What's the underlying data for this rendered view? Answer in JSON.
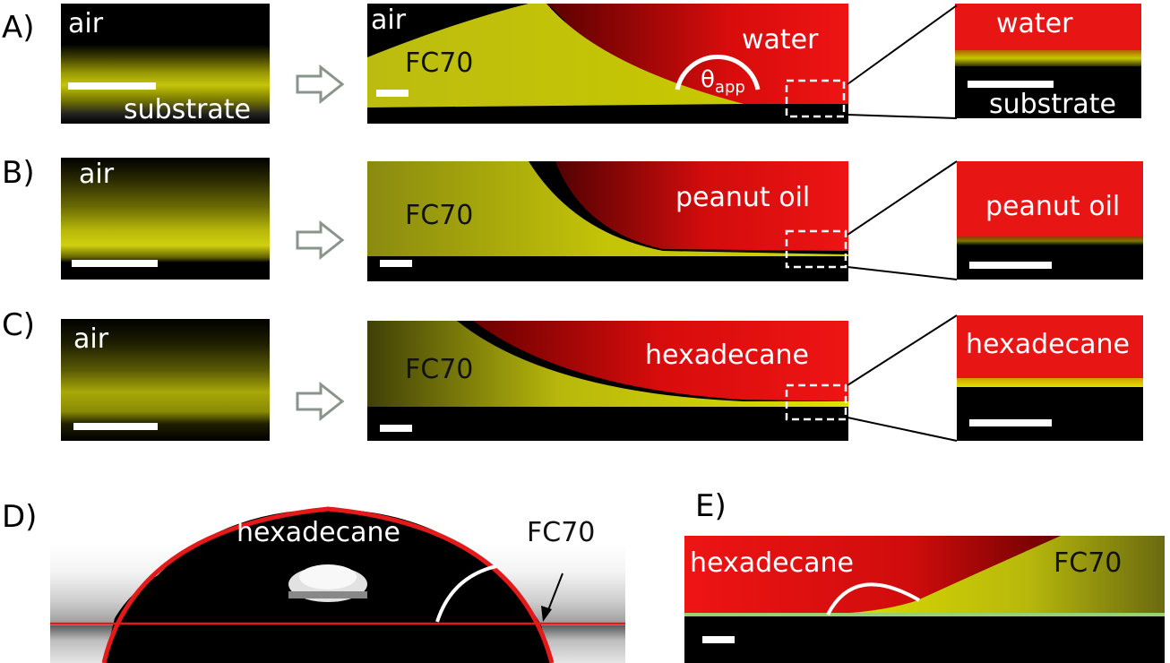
{
  "panels": [
    {
      "letter": "A)",
      "left_label": "air",
      "left_sub": "substrate",
      "mid_air": "air",
      "mid_fc": "FC70",
      "mid_liquid": "water",
      "angle": "θ",
      "angle_sub": "app",
      "zoom_liquid": "water",
      "zoom_sub": "substrate"
    },
    {
      "letter": "B)",
      "left_label": "air",
      "mid_fc": "FC70",
      "mid_liquid": "peanut oil",
      "zoom_liquid": "peanut oil"
    },
    {
      "letter": "C)",
      "left_label": "air",
      "mid_fc": "FC70",
      "mid_liquid": "hexadecane",
      "zoom_liquid": "hexadecane"
    },
    {
      "letter": "D)",
      "drop": "hexadecane",
      "fc": "FC70"
    },
    {
      "letter": "E)",
      "liquid": "hexadecane",
      "fc": "FC70"
    }
  ],
  "colors": {
    "yellow": "#d8d800",
    "red": "#e41010",
    "black": "#000000"
  }
}
